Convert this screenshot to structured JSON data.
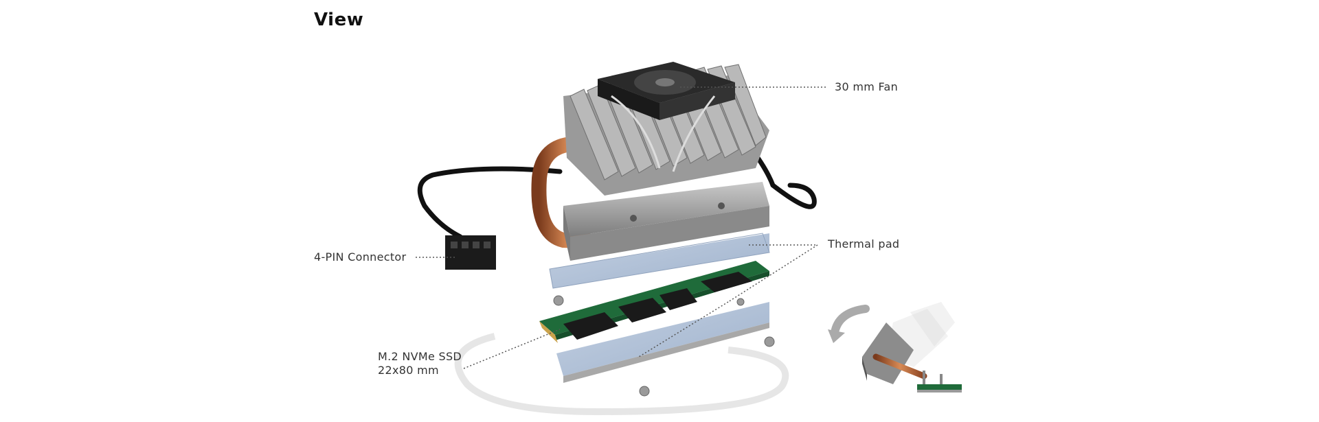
{
  "heading": "View",
  "labels": {
    "fan": "30 mm Fan",
    "thermal_pad": "Thermal pad",
    "connector": "4-PIN Connector",
    "ssd_line1": "M.2 NVMe SSD",
    "ssd_line2": "22x80  mm"
  },
  "colors": {
    "heatsink": "#8e8e8e",
    "fan": "#2a2a2a",
    "copper_pipe": "#b5653a",
    "thermal_pad": "#aebfd6",
    "pcb": "#1f6b3a",
    "chip": "#1a1a1a",
    "cable": "#111111"
  }
}
